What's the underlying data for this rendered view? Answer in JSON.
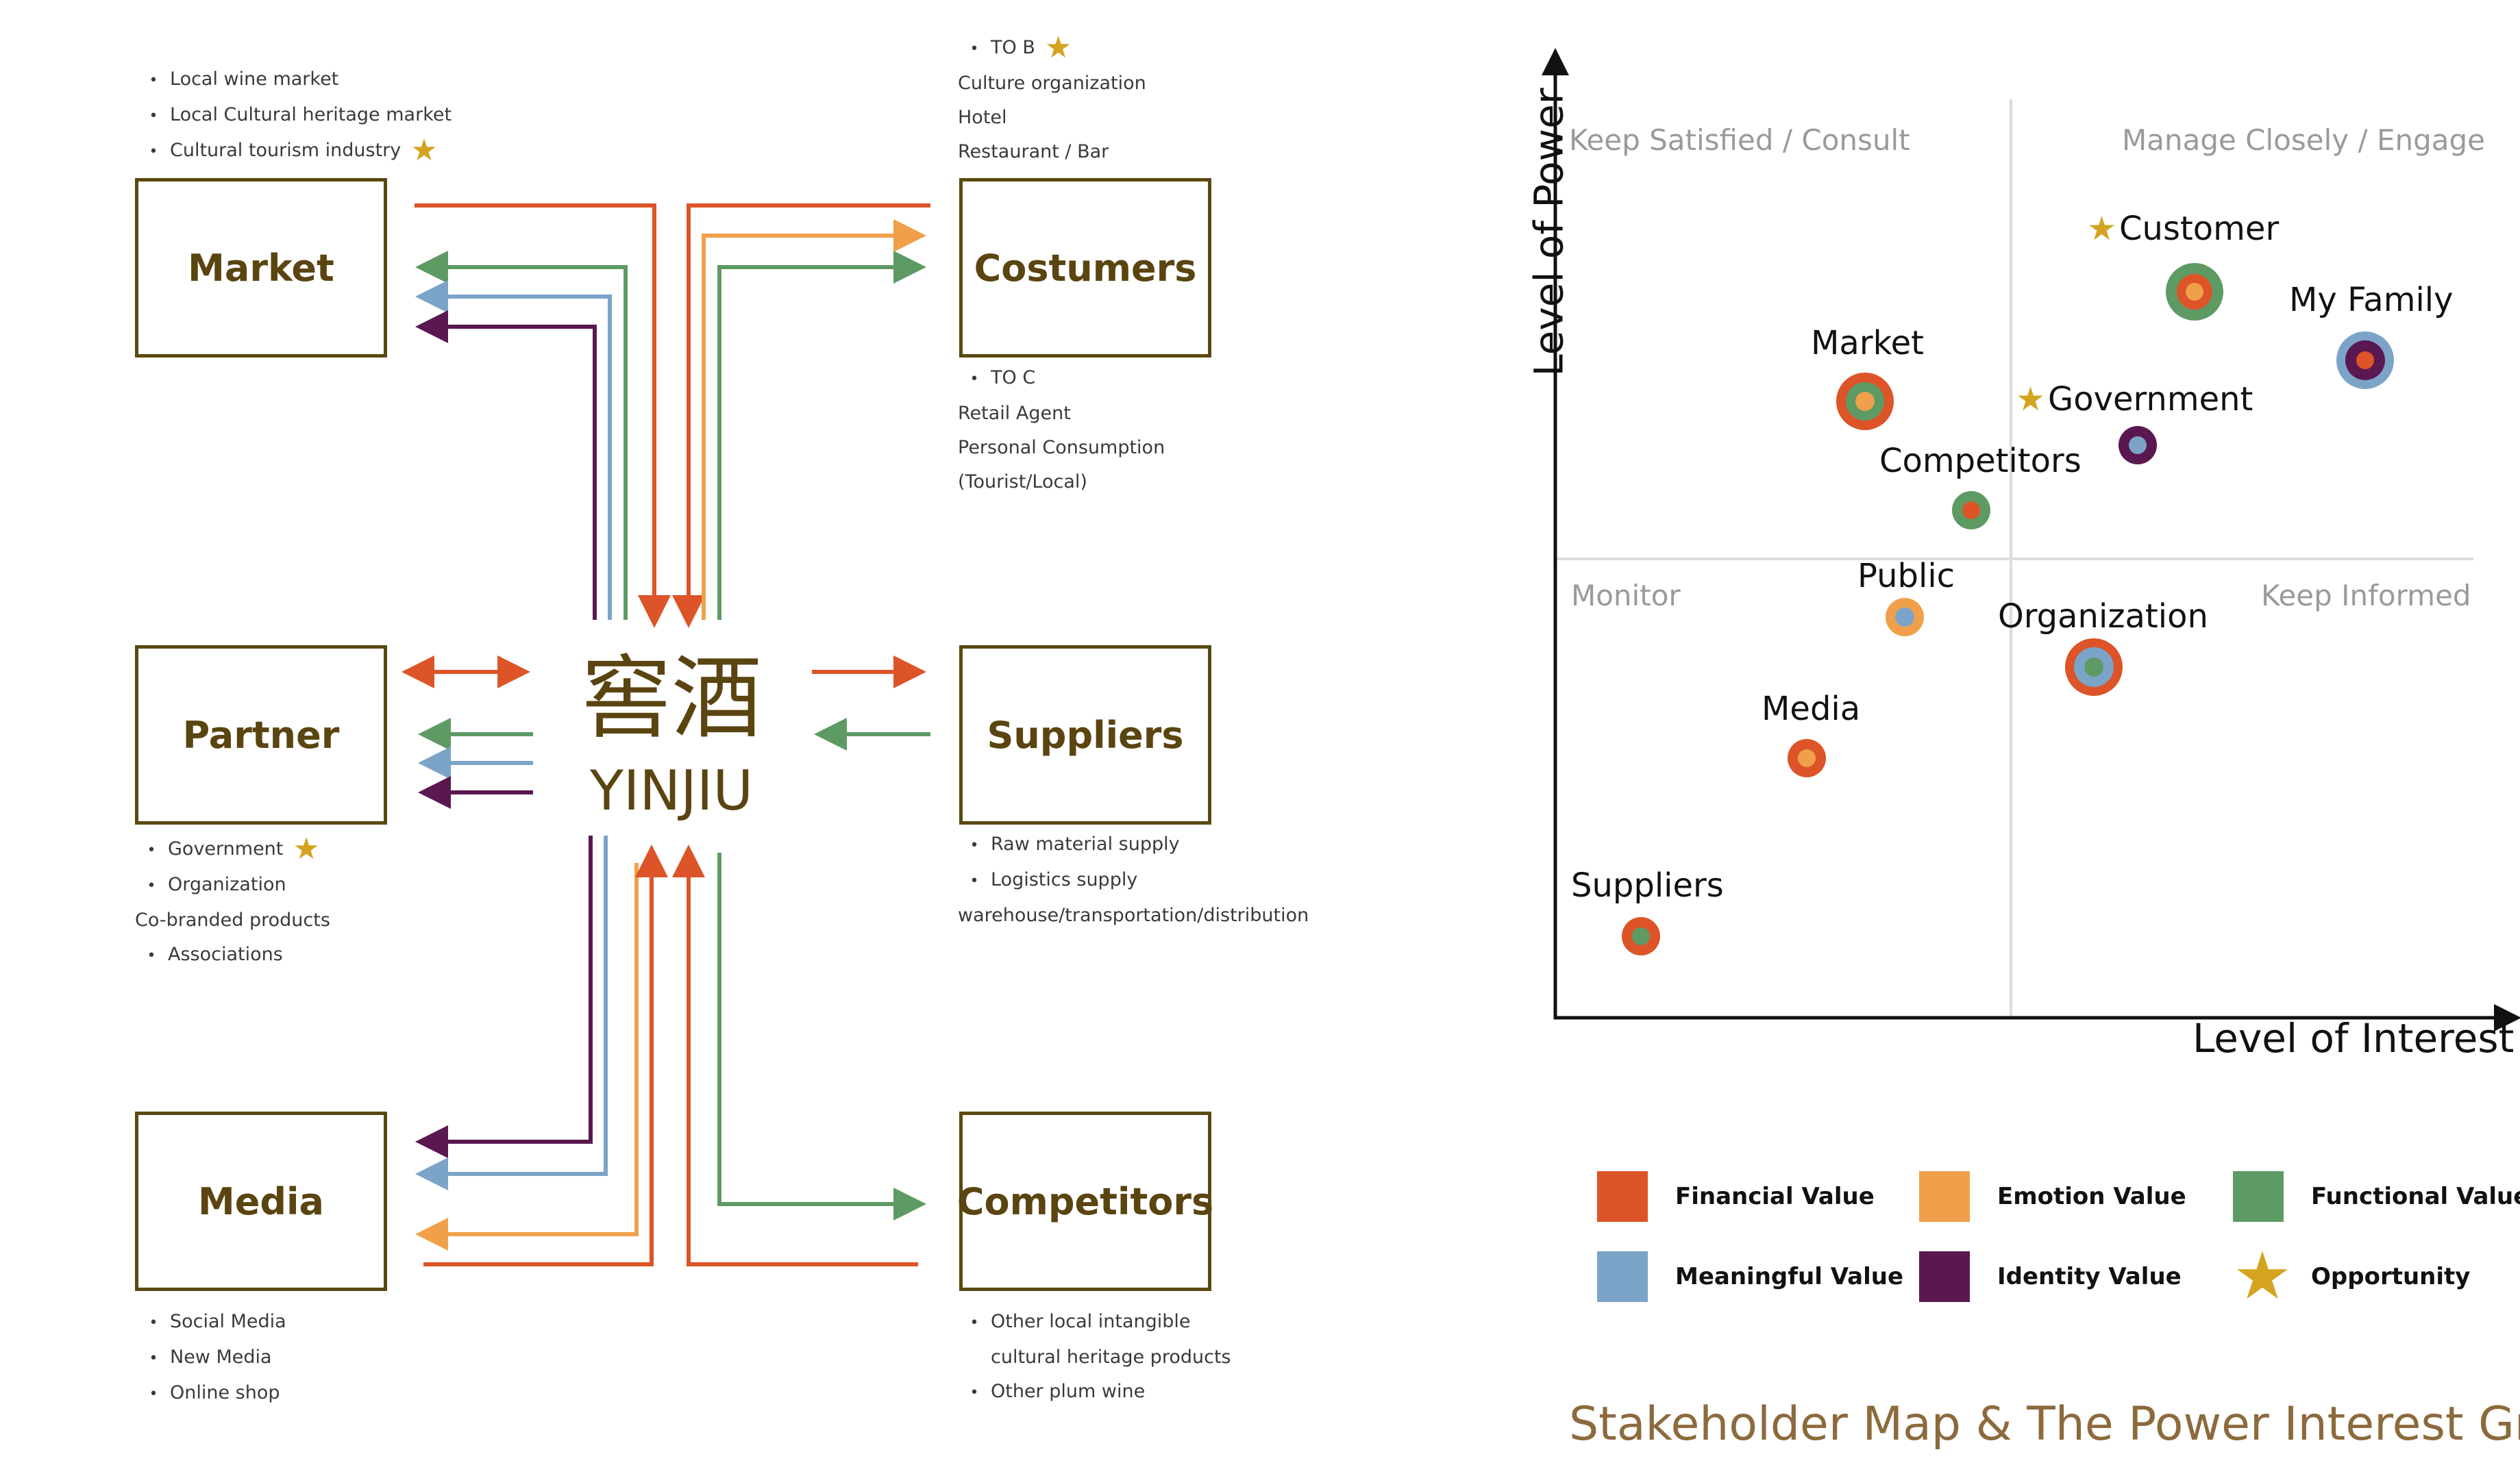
{
  "stakeholder_map": {
    "center": {
      "chinese": "窖酒",
      "english": "YINJIU"
    },
    "boxes": {
      "market": "Market",
      "customers": "Costumers",
      "partner": "Partner",
      "suppliers": "Suppliers",
      "media": "Media",
      "competitors": "Competitors"
    },
    "notes": {
      "market": [
        "Local wine market",
        "Local Cultural heritage market",
        "Cultural tourism industry"
      ],
      "customers_top": [
        "TO B",
        "Culture organization",
        "Hotel",
        "Restaurant / Bar"
      ],
      "customers_bottom": [
        "TO C",
        "Retail Agent",
        "Personal Consumption",
        "(Tourist/Local)"
      ],
      "partner": [
        "Government",
        "Organization",
        "Co-branded products",
        "Associations"
      ],
      "suppliers": [
        "Raw material supply",
        "Logistics supply",
        "warehouse/transportation/distribution"
      ],
      "media": [
        "Social Media",
        "New Media",
        "Online shop"
      ],
      "competitors": [
        "Other local intangible",
        "cultural heritage products",
        "Other plum wine"
      ]
    },
    "star_glyph": "★"
  },
  "power_interest_grid": {
    "quadrants": {
      "top_left": "Keep Satisfied / Consult",
      "top_right": "Manage Closely / Engage",
      "bottom_left": "Monitor",
      "bottom_right": "Keep Informed"
    },
    "y_axis_label": "Level of Power",
    "x_axis_label": "Level of Interest",
    "points": {
      "customer": "Customer",
      "my_family": "My Family",
      "market": "Market",
      "government": "Government",
      "competitors": "Competitors",
      "public": "Public",
      "organization": "Organization",
      "media": "Media",
      "suppliers": "Suppliers"
    },
    "opportunity_points": [
      "Customer",
      "Government"
    ]
  },
  "legend": {
    "financial": "Financial Value",
    "emotion": "Emotion Value",
    "functional": "Functional Value",
    "meaningful": "Meaningful Value",
    "identity": "Identity Value",
    "opportunity": "Opportunity"
  },
  "colors": {
    "financial": "#dc5428",
    "emotion": "#f0a04a",
    "functional": "#5e9a64",
    "meaningful": "#7ba4c8",
    "identity": "#5a1850",
    "opportunity": "#d4a420",
    "box_border": "#5a4a10",
    "title_brown": "#8c6a3c"
  },
  "footer": {
    "title": "Stakeholder Map & The Power Interest Grid"
  }
}
